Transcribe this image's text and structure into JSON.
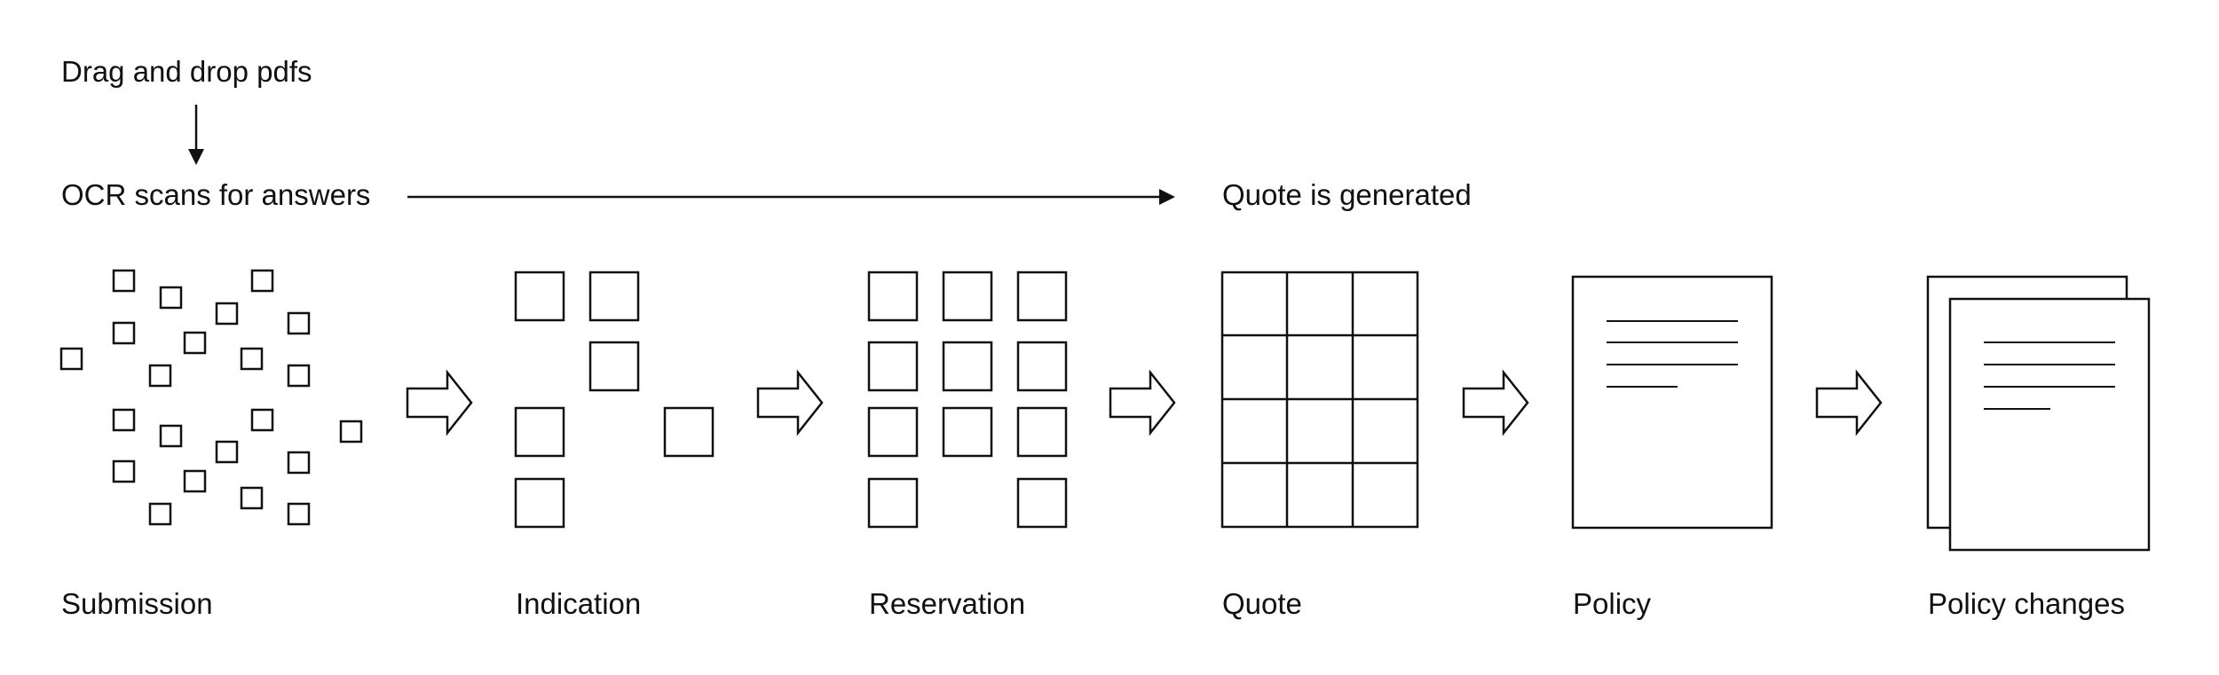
{
  "top": {
    "drag_drop": "Drag and drop pdfs",
    "ocr_scans": "OCR scans for answers",
    "quote_generated": "Quote is generated"
  },
  "stages": [
    {
      "label": "Submission"
    },
    {
      "label": "Indication"
    },
    {
      "label": "Reservation"
    },
    {
      "label": "Quote"
    },
    {
      "label": "Policy"
    },
    {
      "label": "Policy changes"
    }
  ]
}
